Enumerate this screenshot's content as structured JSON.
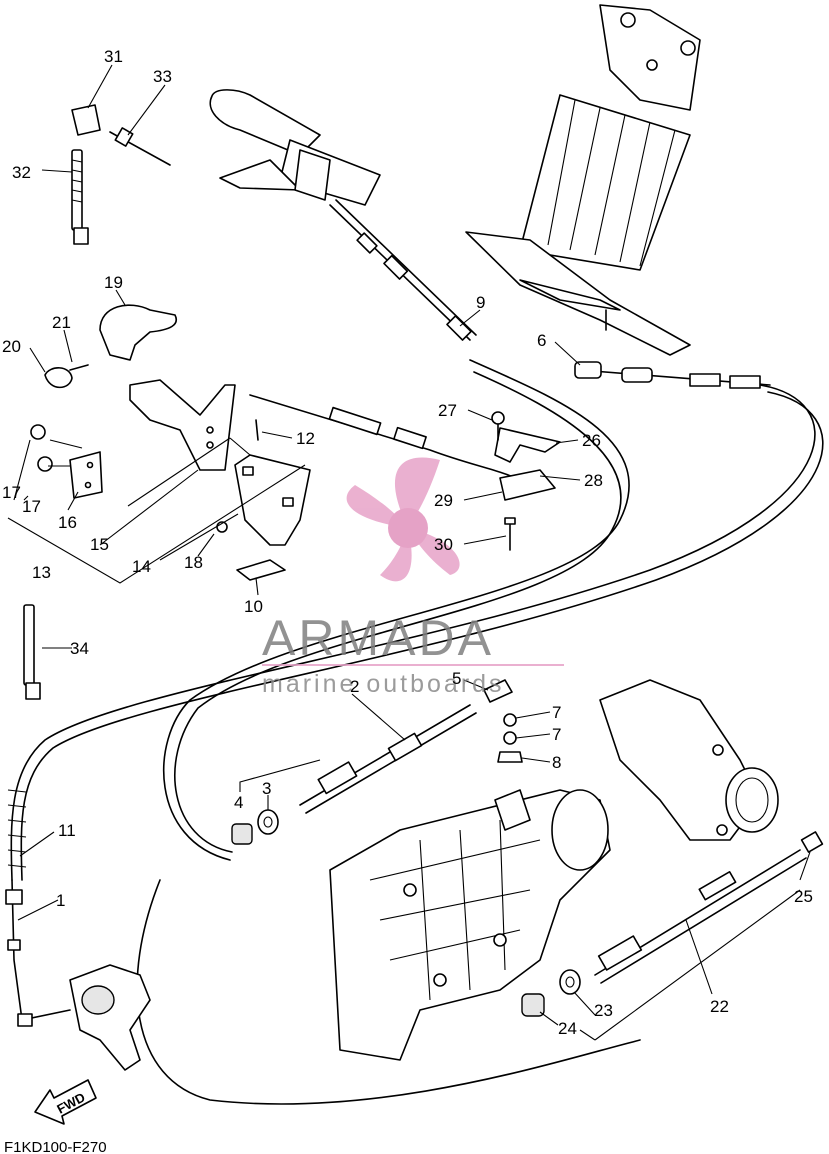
{
  "diagram_code": "F1KD100-F270",
  "watermark": {
    "brand": "ARMADA",
    "tagline": "marine outboards",
    "logo_color": "#e7a3c8",
    "brand_color": "#7f7f7f"
  },
  "fwd_arrow": "FWD",
  "callouts": {
    "p1": "1",
    "p2": "2",
    "p3": "3",
    "p4": "4",
    "p5": "5",
    "p6": "6",
    "p7a": "7",
    "p7b": "7",
    "p8": "8",
    "p9": "9",
    "p10": "10",
    "p11": "11",
    "p12": "12",
    "p13": "13",
    "p14": "14",
    "p15": "15",
    "p16": "16",
    "p17a": "17",
    "p17b": "17",
    "p18": "18",
    "p19": "19",
    "p20": "20",
    "p21": "21",
    "p22": "22",
    "p23": "23",
    "p24": "24",
    "p25": "25",
    "p26": "26",
    "p27": "27",
    "p28": "28",
    "p29": "29",
    "p30": "30",
    "p31": "31",
    "p32": "32",
    "p33": "33",
    "p34": "34"
  }
}
